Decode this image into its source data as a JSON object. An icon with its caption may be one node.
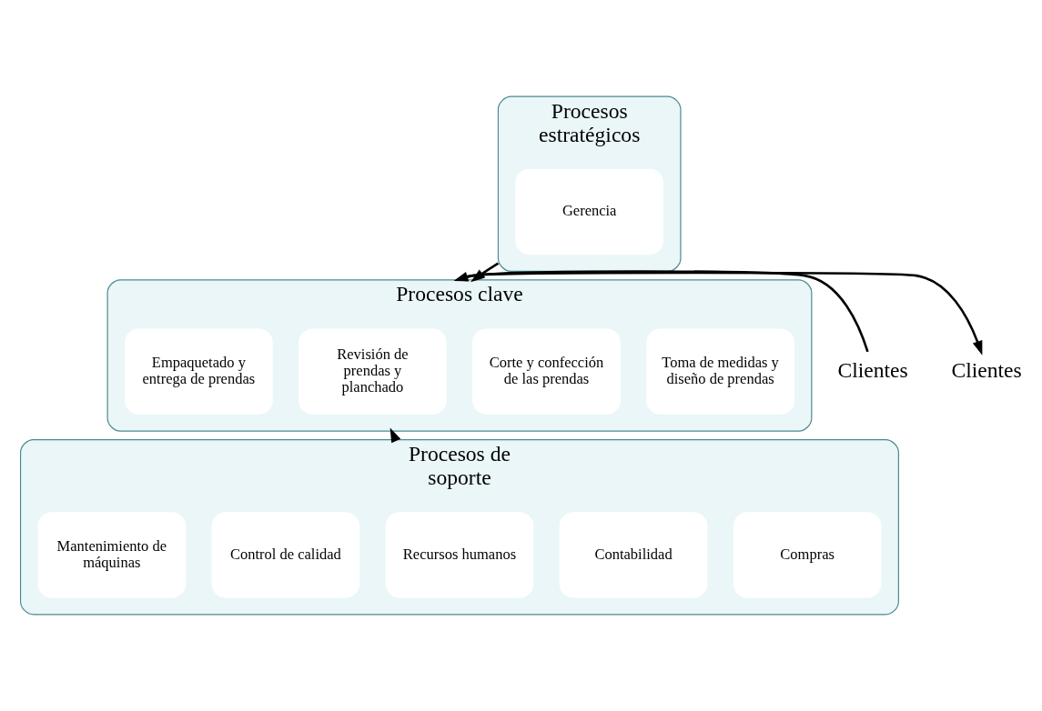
{
  "diagram": {
    "nodes": [
      {
        "text": [
          "Procesos estratégicos"
        ]
      },
      {
        "text": [
          "Gerencia"
        ],
        "in": 0
      },
      {
        "text": [
          "Procesos clave"
        ]
      },
      {
        "text": [
          "Toma de medidas y diseño de prendas"
        ],
        "in": 2
      },
      {
        "text": [
          "Corte y confección de las prendas"
        ],
        "in": 2
      },
      {
        "text": [
          "Revisión de prendas y planchado"
        ],
        "in": 2
      },
      {
        "text": [
          "Empaquetado y entrega de prendas"
        ],
        "in": 2
      },
      {
        "text": [
          "Procesos de soporte"
        ]
      },
      {
        "text": [
          "Compras"
        ],
        "in": 7
      },
      {
        "text": [
          "Contabilidad"
        ],
        "in": 7
      },
      {
        "text": [
          "Recursos humanos"
        ],
        "in": 7
      },
      {
        "text": [
          "Control de calidad"
        ],
        "in": 7
      },
      {
        "text": [
          "Mantenimiento de máquinas"
        ],
        "in": 7
      },
      {
        "text": [
          "Clientes"
        ]
      },
      {
        "text": [
          "Clientes"
        ]
      }
    ],
    "edges": [
      {
        "from": 0,
        "to": 2,
        "arrow": "to"
      },
      {
        "from": 13,
        "to": 2,
        "arrow": "to"
      },
      {
        "from": 2,
        "to": 14,
        "arrow": "to"
      },
      {
        "from": 7,
        "to": 2,
        "arrow": "to"
      }
    ]
  }
}
